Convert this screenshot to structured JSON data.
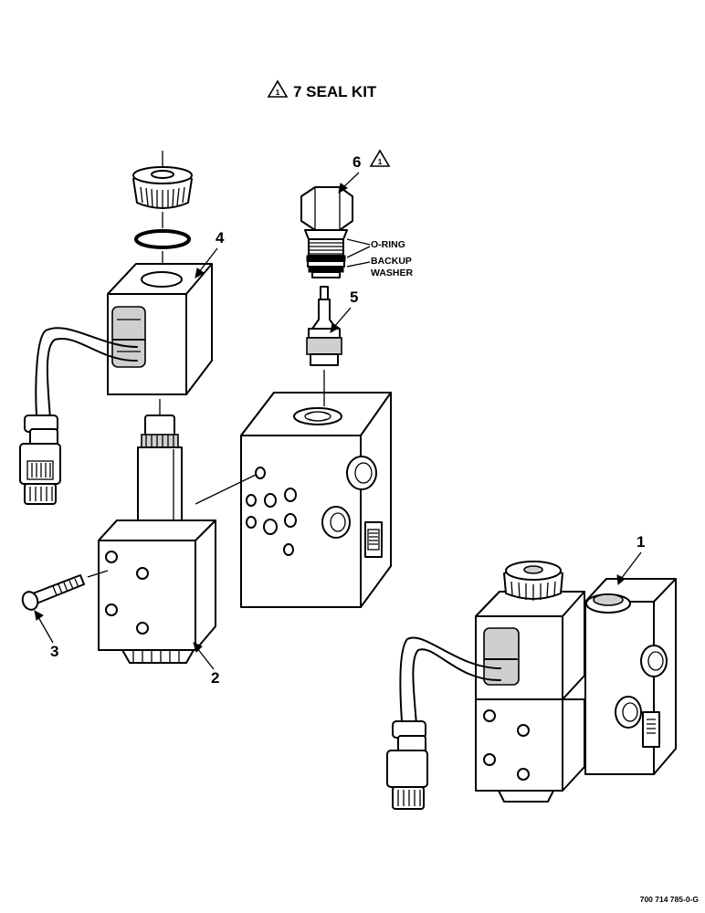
{
  "title": {
    "marker": "1",
    "text": "7 SEAL KIT"
  },
  "callouts": {
    "item1": "1",
    "item2": "2",
    "item3": "3",
    "item4": "4",
    "item5": "5",
    "item6": "6",
    "item6_marker": "1"
  },
  "labels": {
    "o_ring": "O-RING",
    "backup_line1": "BACKUP",
    "backup_line2": "WASHER"
  },
  "figure_number": "700 714 785-0-G"
}
